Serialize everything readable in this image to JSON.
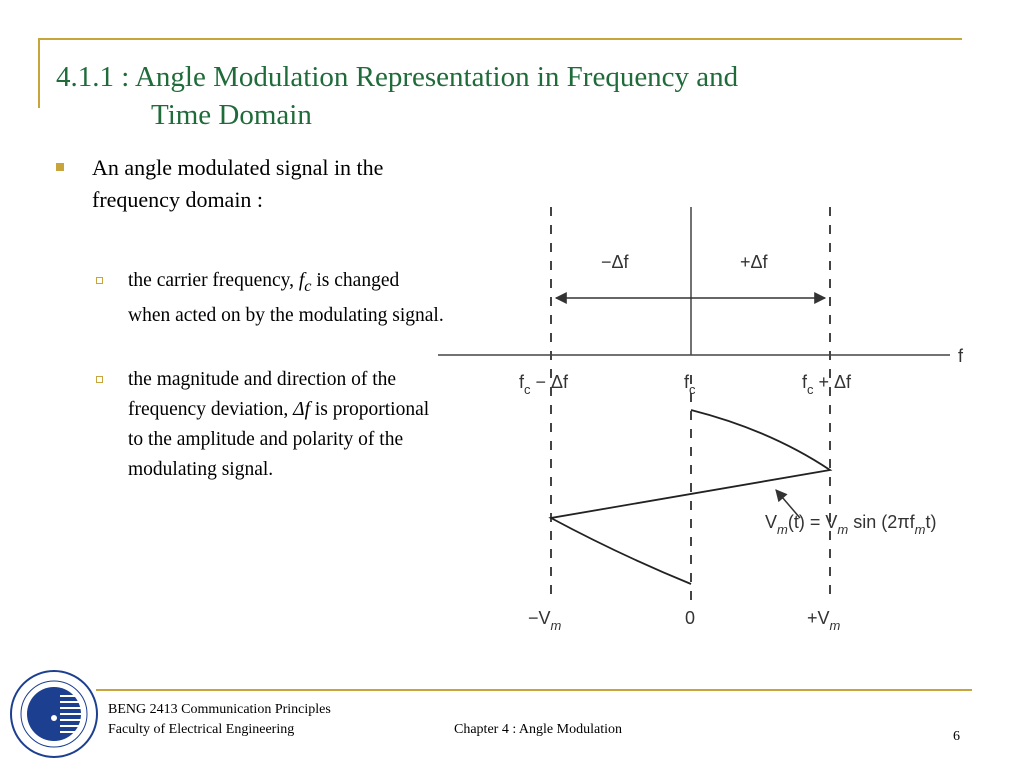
{
  "slide": {
    "title_line1": "4.1.1 : Angle Modulation Representation in Frequency and",
    "title_line2": "Time Domain",
    "bullet": "An angle modulated signal in the frequency domain :",
    "sub1_pre": "the carrier frequency, ",
    "sub1_sym": "f",
    "sub1_sub": "c",
    "sub1_post": " is changed when acted on by the modulating signal.",
    "sub2_pre": "the magnitude and direction of the frequency deviation, ",
    "sub2_sym": "Δf",
    "sub2_post": " is proportional to the amplitude and polarity of the modulating signal.",
    "page_number": "6"
  },
  "diagram": {
    "label_minus_df": "−Δf",
    "label_plus_df": "+Δf",
    "label_f": "f",
    "label_fc_minus": "f",
    "label_fc_minus_sub": "c",
    "label_fc_minus_rest": " − Δf",
    "label_fc": "f",
    "label_fc_sub": "c",
    "label_fc_plus": "f",
    "label_fc_plus_sub": "c",
    "label_fc_plus_rest": " + Δf",
    "label_equation_a": "V",
    "label_equation_b": "m",
    "label_equation_c": "(t) = V",
    "label_equation_d": "m",
    "label_equation_e": " sin (2πf",
    "label_equation_f": "m",
    "label_equation_g": "t)",
    "label_minus_vm": "−V",
    "label_minus_vm_sub": "m",
    "label_zero": "0",
    "label_plus_vm": "+V",
    "label_plus_vm_sub": "m"
  },
  "footer": {
    "course": "BENG 2413 Communication Principles",
    "faculty": "Faculty of Electrical Engineering",
    "chapter": "Chapter 4 : Angle Modulation"
  },
  "colors": {
    "accent_gold": "#c8a43c",
    "title_green": "#1f6b3a",
    "logo_blue": "#1c3f8f"
  }
}
